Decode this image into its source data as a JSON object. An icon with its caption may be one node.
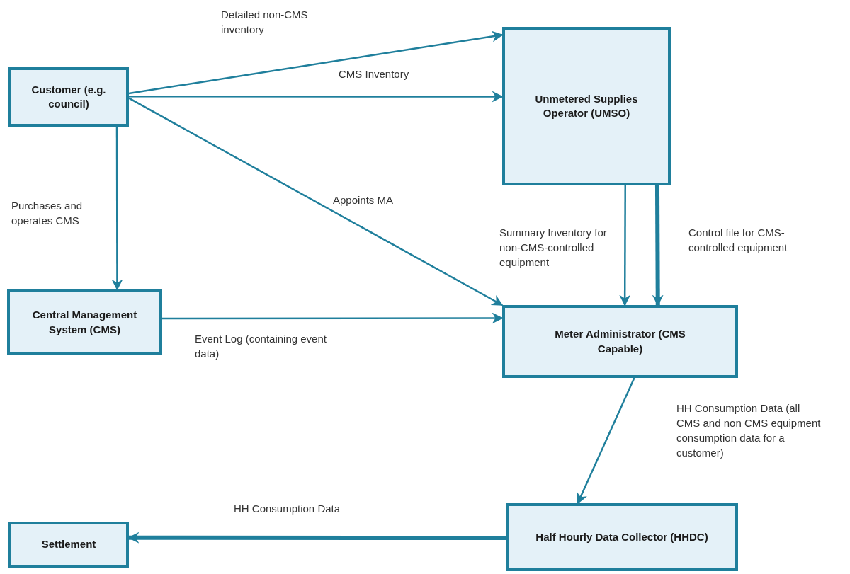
{
  "diagram": {
    "nodes": [
      {
        "text": [
          "Customer (e.g. council)"
        ]
      },
      {
        "text": [
          "Unmetered Supplies Operator (UMSO)"
        ]
      },
      {
        "text": [
          "Central Management System (CMS)"
        ]
      },
      {
        "text": [
          "Meter Administrator (CMS Capable)"
        ]
      },
      {
        "text": [
          "Settlement"
        ]
      },
      {
        "text": [
          "Half Hourly Data Collector (HHDC)"
        ]
      }
    ],
    "edges": [
      {
        "from": 0,
        "to": 1,
        "arrow": "to",
        "label": "Detailed non-CMS inventory"
      },
      {
        "from": 0,
        "to": 1,
        "arrow": "to",
        "label": "CMS Inventory"
      },
      {
        "from": 0,
        "to": 3,
        "arrow": "to",
        "label": "Appoints MA"
      },
      {
        "from": 0,
        "to": 2,
        "arrow": "to",
        "label": "Purchases and operates CMS"
      },
      {
        "from": 2,
        "to": 3,
        "arrow": "to",
        "label": "Event Log (containing event data)"
      },
      {
        "from": 1,
        "to": 3,
        "arrow": "to",
        "label": "Summary Inventory for non-CMS-controlled equipment"
      },
      {
        "from": 1,
        "to": 3,
        "arrow": "to",
        "label": "Control file for CMS-controlled equipment",
        "style": "thick"
      },
      {
        "from": 3,
        "to": 5,
        "arrow": "to",
        "label": "HH Consumption Data (all CMS and non CMS equipment consumption data for a customer)"
      },
      {
        "from": 5,
        "to": 4,
        "arrow": "to",
        "label": "HH Consumption Data",
        "style": "thick"
      }
    ]
  }
}
